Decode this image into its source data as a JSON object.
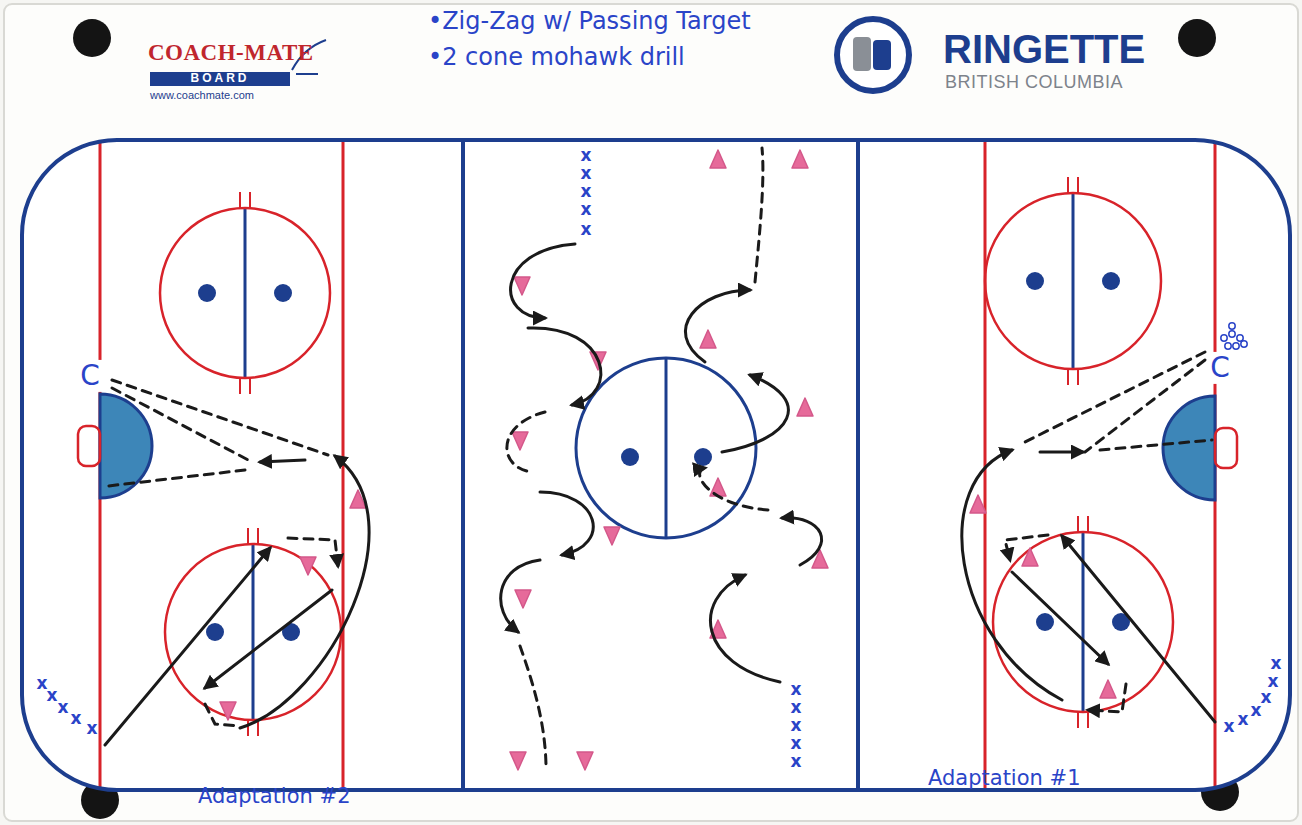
{
  "diagram": {
    "labels": [
      "COACH-MATE",
      "BOARD",
      "www.coachmate.com",
      "RINGETTE",
      "BRITISH COLUMBIA",
      "•Zig-Zag w/ Passing Target",
      "•2 cone mohawk drill",
      "C",
      "C",
      "Adaptation #2",
      "Adaptation #1",
      "x",
      "x",
      "x",
      "x",
      "x",
      "x",
      "x",
      "x",
      "x",
      "x",
      "x",
      "x",
      "x",
      "x",
      "x",
      "x",
      "x",
      "x",
      "x",
      "x",
      "x"
    ]
  }
}
